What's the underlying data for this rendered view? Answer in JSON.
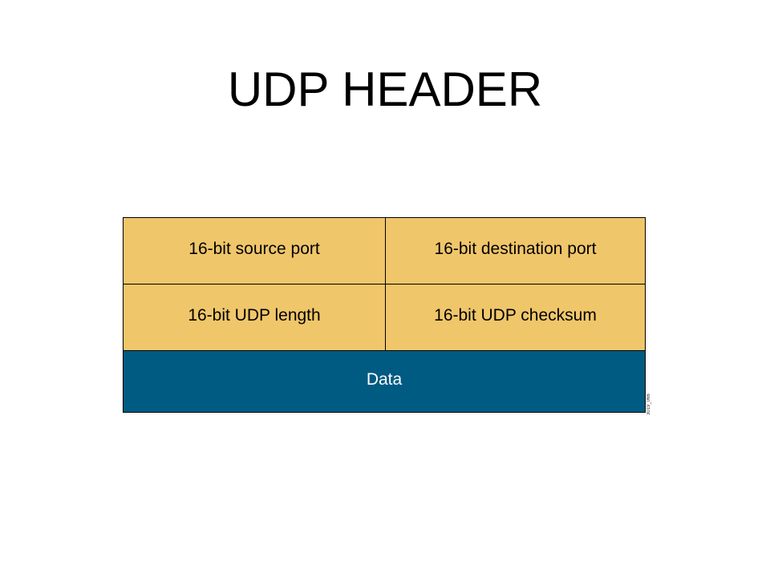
{
  "slide": {
    "title": "UDP HEADER"
  },
  "diagram": {
    "fields": {
      "source_port": "16-bit source port",
      "destination_port": "16-bit destination port",
      "udp_length": "16-bit UDP length",
      "udp_checksum": "16-bit UDP checksum",
      "data": "Data"
    },
    "figure_id": "3019_066"
  },
  "colors": {
    "header_field": "#f0c66a",
    "data_field": "#005b82",
    "border": "#000000"
  }
}
